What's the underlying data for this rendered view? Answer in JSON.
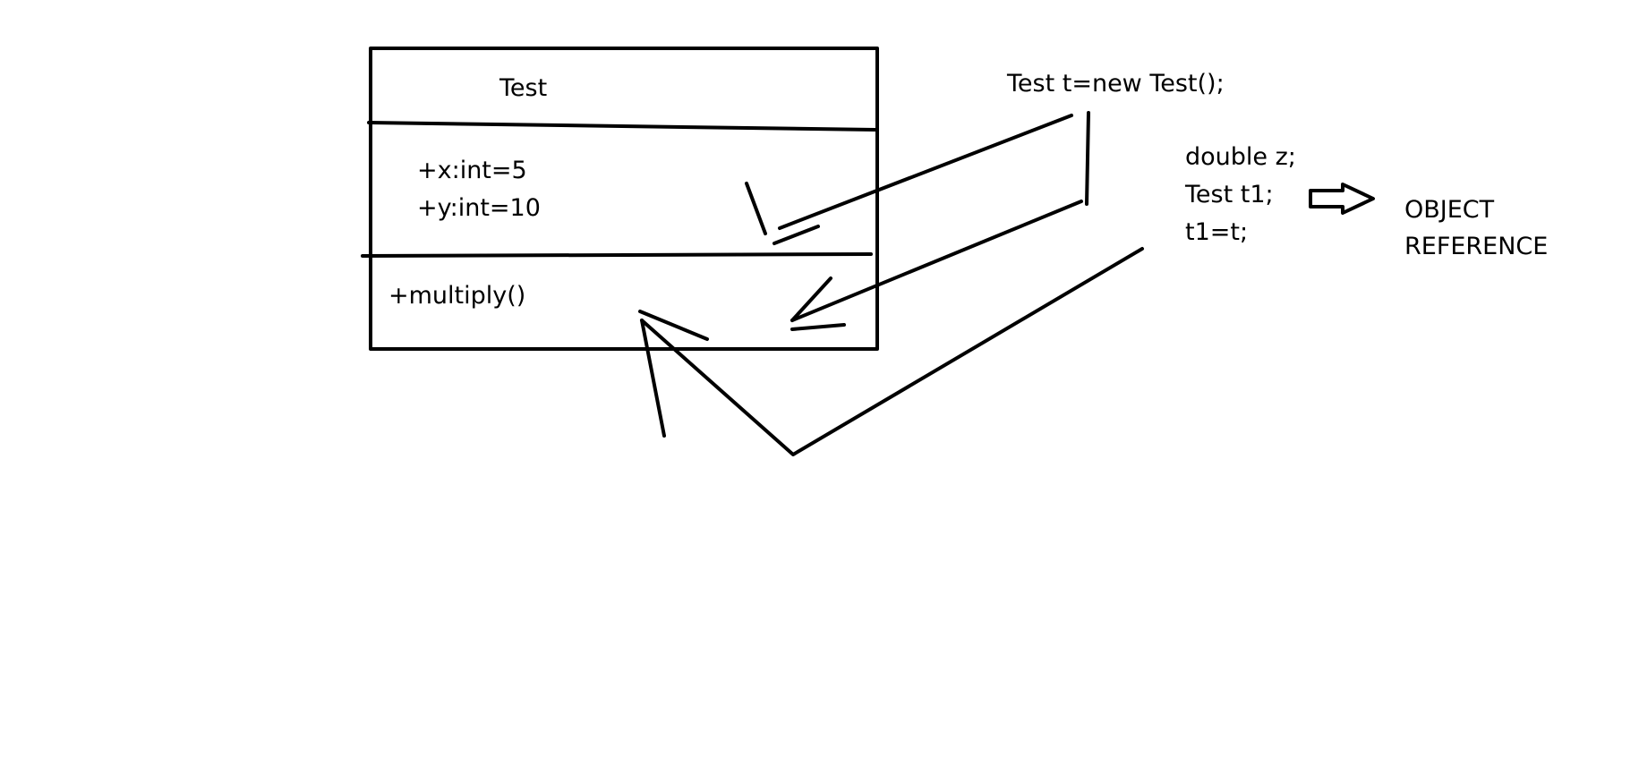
{
  "uml_class": {
    "name": "Test",
    "attributes": [
      "+x:int=5",
      "+y:int=10"
    ],
    "methods": [
      "+multiply()"
    ]
  },
  "code": {
    "instantiation": "Test t=new Test();",
    "declarations": [
      "double z;",
      "Test t1;",
      "t1=t;"
    ]
  },
  "annotation": {
    "lines": [
      "OBJECT",
      "REFERENCE"
    ]
  },
  "colors": {
    "ink": "#000000",
    "background": "#ffffff"
  },
  "icons": {
    "arrow": "block-right-arrow-icon"
  }
}
